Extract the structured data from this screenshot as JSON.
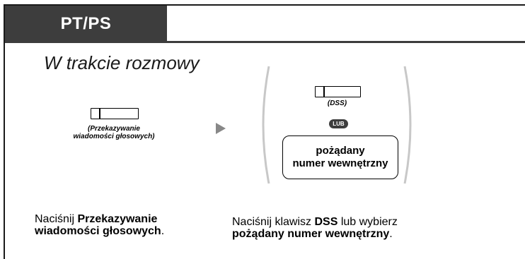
{
  "header": {
    "tab_label": "PT/PS"
  },
  "subtitle": "W trakcie rozmowy",
  "left_key": {
    "label_line1": "(Przekazywanie",
    "label_line2": "wiadomości głosowych)"
  },
  "right_key": {
    "label": "(DSS)"
  },
  "or_badge": "LUB",
  "dial_box": {
    "line1": "pożądany",
    "line2": "numer wewnętrzny"
  },
  "instruction_left": {
    "prefix": "Naciśnij ",
    "bold1": "Przekazywanie",
    "bold2": "wiadomości głosowych",
    "suffix": "."
  },
  "instruction_right": {
    "prefix": "Naciśnij klawisz ",
    "bold1": "DSS",
    "middle": " lub wybierz",
    "bold2": "pożądany numer wewnętrzny",
    "suffix": "."
  }
}
